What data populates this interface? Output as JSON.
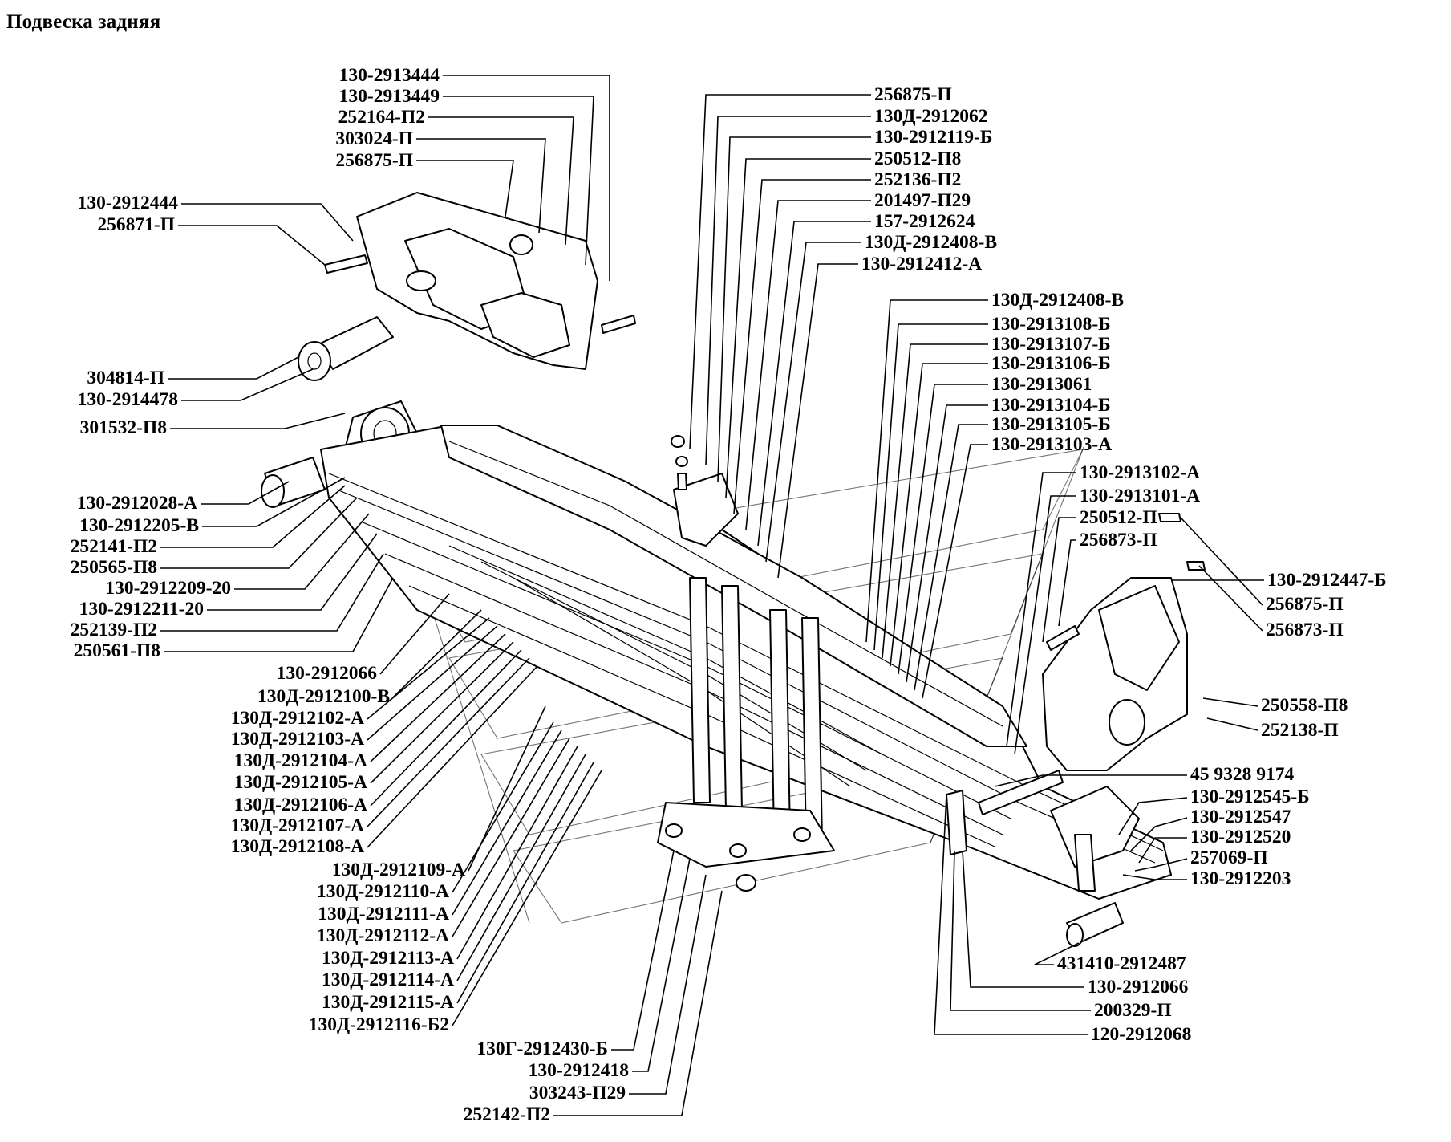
{
  "title": "Подвеска задняя",
  "callouts": [
    "130-2913444",
    "130-2913449",
    "252164-П2",
    "303024-П",
    "256875-П",
    "130-2912444",
    "256871-П",
    "304814-П",
    "130-2914478",
    "301532-П8",
    "130-2912028-А",
    "130-2912205-В",
    "252141-П2",
    "250565-П8",
    "130-2912209-20",
    "130-2912211-20",
    "252139-П2",
    "250561-П8",
    "130-2912066",
    "130Д-2912100-В",
    "130Д-2912102-А",
    "130Д-2912103-А",
    "130Д-2912104-А",
    "130Д-2912105-А",
    "130Д-2912106-А",
    "130Д-2912107-А",
    "130Д-2912108-А",
    "130Д-2912109-А",
    "130Д-2912110-А",
    "130Д-2912111-А",
    "130Д-2912112-А",
    "130Д-2912113-А",
    "130Д-2912114-А",
    "130Д-2912115-А",
    "130Д-2912116-Б2",
    "130Г-2912430-Б",
    "130-2912418",
    "303243-П29",
    "252142-П2",
    "256875-П",
    "130Д-2912062",
    "130-2912119-Б",
    "250512-П8",
    "252136-П2",
    "201497-П29",
    "157-2912624",
    "130Д-2912408-В",
    "130-2912412-А",
    "130Д-2912408-В",
    "130-2913108-Б",
    "130-2913107-Б",
    "130-2913106-Б",
    "130-2913061",
    "130-2913104-Б",
    "130-2913105-Б",
    "130-2913103-А",
    "130-2913102-А",
    "130-2913101-А",
    "250512-П",
    "256873-П",
    "130-2912447-Б",
    "256875-П",
    "256873-П",
    "250558-П8",
    "252138-П",
    "45 9328 9174",
    "130-2912545-Б",
    "130-2912547",
    "130-2912520",
    "257069-П",
    "130-2912203",
    "431410-2912487",
    "130-2912066",
    "200329-П",
    "120-2912068"
  ]
}
